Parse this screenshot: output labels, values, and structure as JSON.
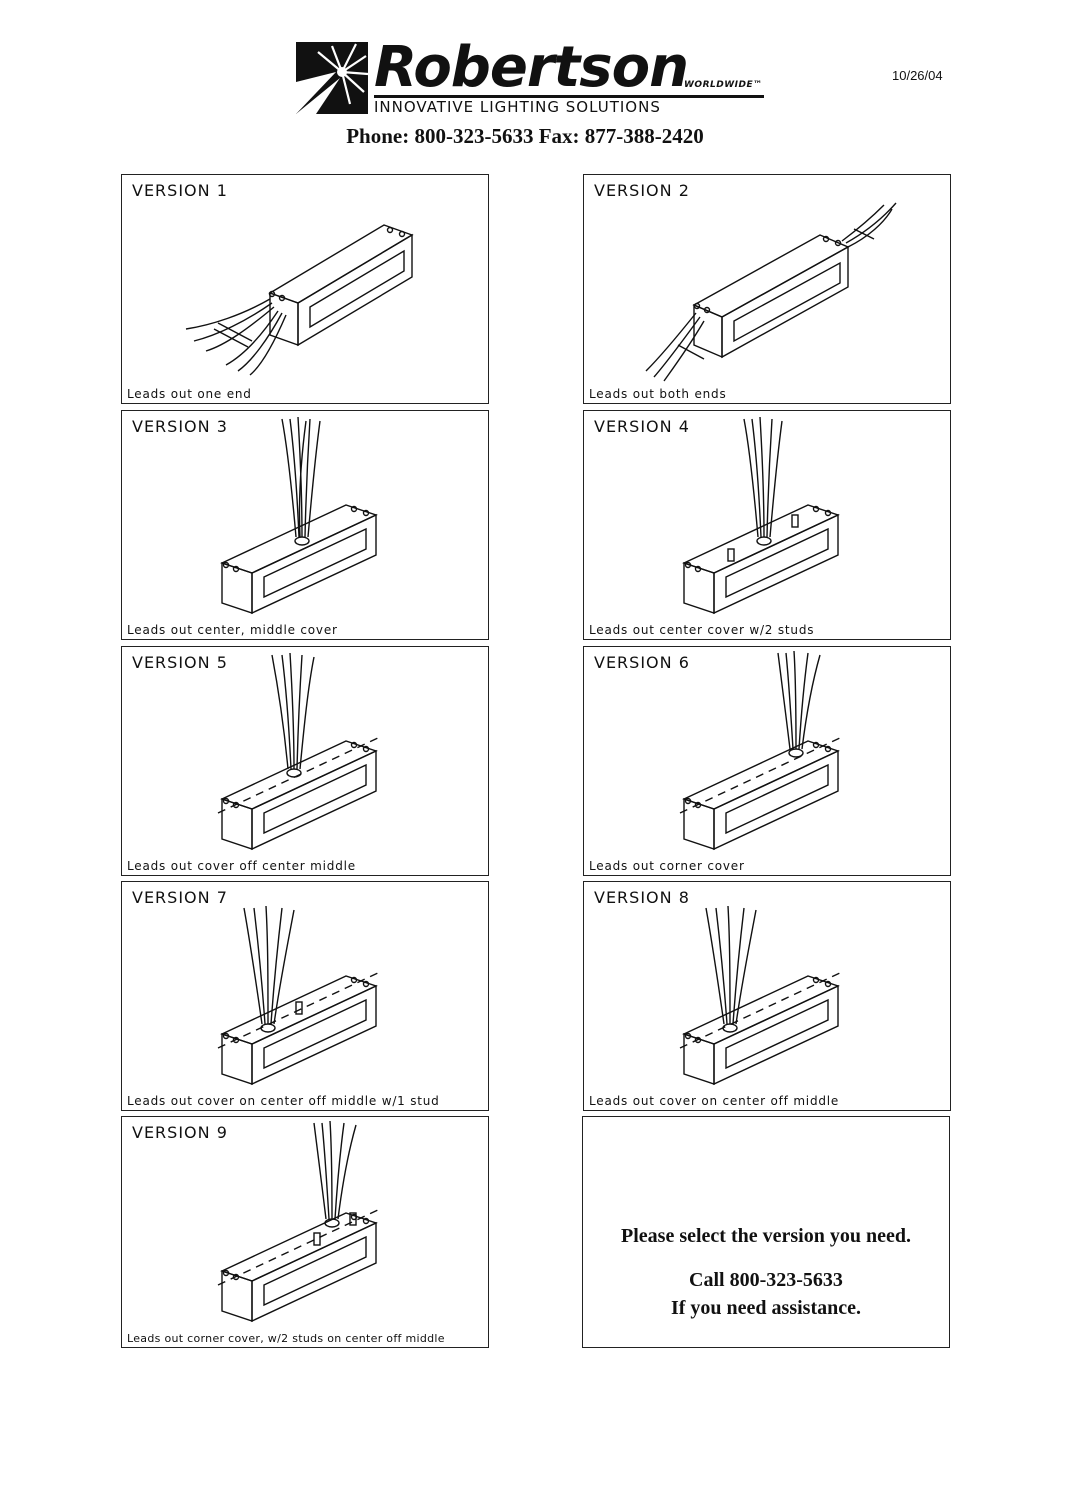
{
  "header": {
    "brand": "Robertson",
    "brand_suffix": "WORLDWIDE™",
    "tagline": "INNOVATIVE LIGHTING SOLUTIONS",
    "date": "10/26/04",
    "phone_line": "Phone: 800-323-5633    Fax: 877-388-2420"
  },
  "versions": [
    {
      "title": "VERSION  1",
      "caption": "Leads  out  one  end"
    },
    {
      "title": "VERSION  2",
      "caption": "Leads  out  both  ends"
    },
    {
      "title": "VERSION  3",
      "caption": "Leads  out  center,  middle  cover"
    },
    {
      "title": "VERSION  4",
      "caption": "Leads  out  center  cover  w/2  studs"
    },
    {
      "title": "VERSION  5",
      "caption": "Leads  out  cover  off  center  middle"
    },
    {
      "title": "VERSION  6",
      "caption": "Leads  out  corner  cover"
    },
    {
      "title": "VERSION  7",
      "caption": "Leads  out  cover  on  center  off  middle  w/1  stud"
    },
    {
      "title": "VERSION  8",
      "caption": "Leads  out  cover  on  center  off  middle"
    },
    {
      "title": "VERSION  9",
      "caption": "Leads out corner cover, w/2 studs on center off middle"
    }
  ],
  "info": {
    "line1": "Please select the version you need.",
    "line2": "Call 800-323-5633",
    "line3": "If you need assistance."
  }
}
